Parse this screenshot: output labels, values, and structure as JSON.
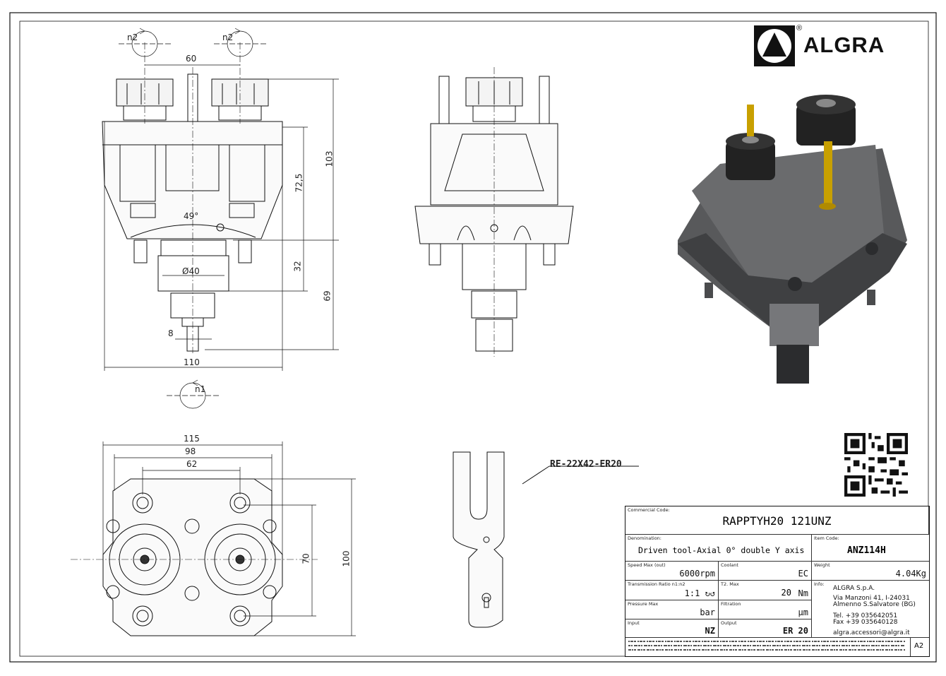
{
  "brand": {
    "name": "ALGRA",
    "reg": "®"
  },
  "dimensions": {
    "n2_left": "n2",
    "n2_right": "n2",
    "n1": "n1",
    "d60": "60",
    "d103": "103",
    "d72_5": "72,5",
    "d32": "32",
    "d69": "69",
    "d49deg": "49°",
    "d40": "Ø40",
    "d8": "8",
    "d110": "110",
    "d115": "115",
    "d98": "98",
    "d62": "62",
    "d70": "70",
    "d100": "100"
  },
  "callout": {
    "wrench_code": "RE-22X42-ER20"
  },
  "titleblock": {
    "commercial_code_caption": "Commercial Code:",
    "commercial_code": "RAPPTYH20 121UNZ",
    "denomination_caption": "Denomination:",
    "denomination": "Driven tool-Axial 0° double Y axis",
    "item_code_caption": "Item Code:",
    "item_code": "ANZ114H",
    "speed_caption": "Speed Max (out)",
    "speed": "6000rpm",
    "coolant_caption": "Coolant",
    "coolant": "EC",
    "weight_caption": "Weight",
    "weight": "4.04Kg",
    "ratio_caption": "Transmission Ratio n1:n2",
    "ratio": "1:1 ↻↺",
    "torque_caption": "T2. Max",
    "torque": "20",
    "torque_unit": "Nm",
    "info_caption": "Info:",
    "pressure_caption": "Pressure Max",
    "pressure": "bar",
    "filtration_caption": "Filtration",
    "filtration": "µm",
    "input_caption": "Input",
    "input": "NZ",
    "output_caption": "Output",
    "output": "ER 20",
    "company": "ALGRA S.p.A.",
    "address1": "Via Manzoni 41, I-24031",
    "address2": "Almenno S.Salvatore (BG)",
    "tel": "Tel. +39 035642051",
    "fax": "Fax +39 035640128",
    "email": "algra.accessori@algra.it",
    "sheet_size": "A2"
  }
}
